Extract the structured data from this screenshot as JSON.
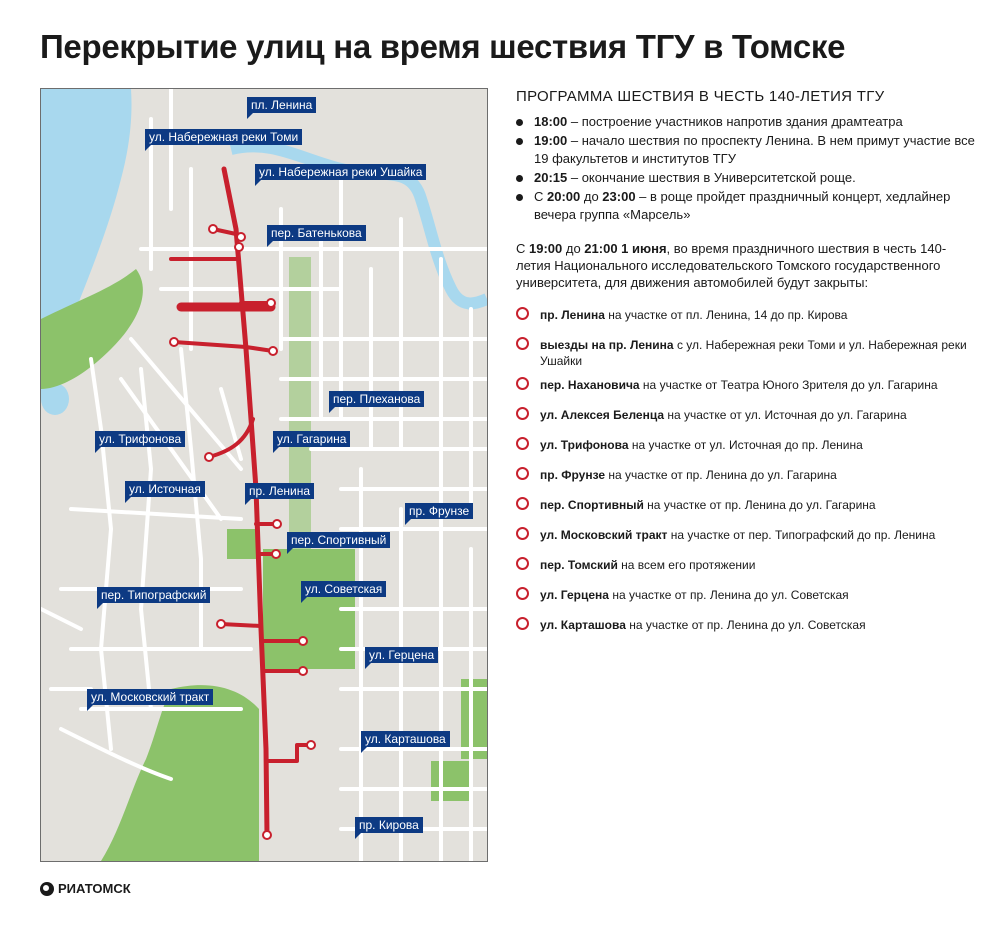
{
  "title": "Перекрытие улиц на время шествия ТГУ в Томске",
  "map": {
    "labels": [
      {
        "id": "pl-lenina",
        "text": "пл. Ленина"
      },
      {
        "id": "nab-tomi",
        "text": "ул. Набережная реки Томи"
      },
      {
        "id": "nab-ushaiki",
        "text": "ул. Набережная реки Ушайка"
      },
      {
        "id": "batenkova",
        "text": "пер. Батенькова"
      },
      {
        "id": "plekhanova",
        "text": "пер. Плеханова"
      },
      {
        "id": "trifonova",
        "text": "ул. Трифонова"
      },
      {
        "id": "gagarina",
        "text": "ул. Гагарина"
      },
      {
        "id": "istochnaya",
        "text": "ул. Источная"
      },
      {
        "id": "pr-lenina",
        "text": "пр. Ленина"
      },
      {
        "id": "frunze",
        "text": "пр. Фрунзе"
      },
      {
        "id": "sportivny",
        "text": "пер. Спортивный"
      },
      {
        "id": "tipografsky",
        "text": "пер. Типографский"
      },
      {
        "id": "sovetskaya",
        "text": "ул. Советская"
      },
      {
        "id": "gertsena",
        "text": "ул. Герцена"
      },
      {
        "id": "moskovsky",
        "text": "ул. Московский тракт"
      },
      {
        "id": "kartashova",
        "text": "ул. Карташова"
      },
      {
        "id": "kirova",
        "text": "пр. Кирова"
      }
    ],
    "colors": {
      "land": "#e3e1dc",
      "river": "#a8d8ee",
      "park": "#8cc26a",
      "road": "#ffffff",
      "closed": "#c8202d"
    }
  },
  "program": {
    "title": "ПРОГРАММА ШЕСТВИЯ В ЧЕСТЬ 140-ЛЕТИЯ ТГУ",
    "items": [
      {
        "time": "18:00",
        "text": " – построение участников напротив здания драмтеатра"
      },
      {
        "time": "19:00",
        "text": " – начало шествия по проспекту Ленина. В нем примут участие все 19 факультетов и институтов ТГУ"
      },
      {
        "time": "20:15",
        "text": " – окончание шествия в Университетской роще."
      },
      {
        "pre": "С ",
        "time": "20:00",
        "mid": " до ",
        "time2": "23:00",
        "text": " – в роще пройдет праздничный концерт, хедлайнер вечера группа «Марсель»"
      }
    ]
  },
  "intro": {
    "p1": "С ",
    "b1": "19:00",
    "p2": " до ",
    "b2": "21:00 1 июня",
    "p3": ", во время праздничного шествия в честь 140-летия Национального исследовательского Томского государственного университета, для движения автомобилей будут закрыты:"
  },
  "closures": [
    {
      "street": "пр. Ленина",
      "detail": " на участке от пл. Ленина, 14 до пр. Кирова"
    },
    {
      "street": "выезды на пр. Ленина",
      "detail": " с ул. Набережная реки Томи и ул. Набережная реки Ушайки"
    },
    {
      "street": "пер. Нахановича",
      "detail": " на участке от Театра Юного Зрителя до ул. Гагарина"
    },
    {
      "street": "ул. Алексея Беленца",
      "detail": " на участке от ул. Источная до ул. Гагарина"
    },
    {
      "street": "ул. Трифонова",
      "detail": " на участке от ул. Источная до пр. Ленина"
    },
    {
      "street": "пр. Фрунзе",
      "detail": " на участке от пр. Ленина до ул. Гагарина"
    },
    {
      "street": "пер. Спортивный",
      "detail": " на участке от пр. Ленина до ул. Гагарина"
    },
    {
      "street": "ул. Московский тракт",
      "detail": " на участке от пер. Типографский до пр. Ленина"
    },
    {
      "street": "пер. Томский",
      "detail": " на всем его протяжении"
    },
    {
      "street": "ул. Герцена",
      "detail": " на участке от пр. Ленина до ул. Советская"
    },
    {
      "street": "ул. Карташова",
      "detail": " на участке от пр. Ленина до ул. Советская"
    }
  ],
  "logo": "РИАТОМСК"
}
